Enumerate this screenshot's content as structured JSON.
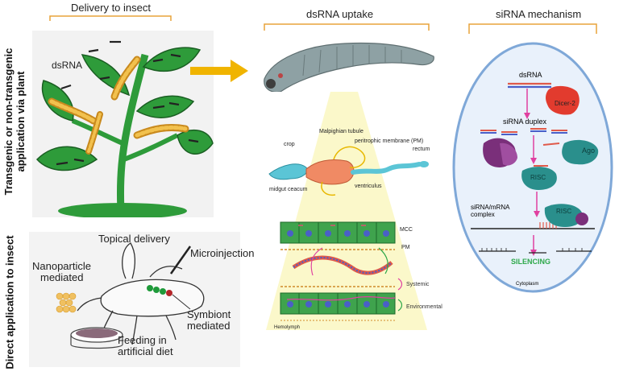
{
  "headers": {
    "delivery": "Delivery to insect",
    "uptake": "dsRNA uptake",
    "mechanism": "siRNA mechanism"
  },
  "side_labels": {
    "plant_line1": "Transgenic or non-transgenic",
    "plant_line2": "application via plant",
    "direct": "Direct application to insect"
  },
  "plant_panel": {
    "dsrna": "dsRNA"
  },
  "direct_panel": {
    "topical": "Topical delivery",
    "microinjection": "Microinjection",
    "nanoparticle_1": "Nanoparticle",
    "nanoparticle_2": "mediated",
    "symbiont_1": "Symbiont",
    "symbiont_2": "mediated",
    "feeding_1": "Feeding in",
    "feeding_2": "artificial diet"
  },
  "gut": {
    "crop": "crop",
    "malpighian": "Malpighian tubule",
    "pm_label": "peritrophic membrane (PM)",
    "rectum": "rectum",
    "midgut": "midgut ceacum",
    "ventriculus": "ventriculus"
  },
  "cells": {
    "mcc": "MCC",
    "pm": "PM",
    "systemic": "Systemic",
    "environmental": "Environmental",
    "hemolymph": "Hemolymph"
  },
  "mechanism": {
    "dsrna": "dsRNA",
    "dicer": "Dicer-2",
    "duplex": "siRNA duplex",
    "ago": "Ago",
    "risc1": "RISC",
    "complex_1": "siRNA/mRNA",
    "complex_2": "complex",
    "risc2": "RISC",
    "silencing": "SILENCING",
    "cytoplasm": "Cytoplasm"
  },
  "colors": {
    "leaf": "#2e9b3a",
    "arrow": "#f0b400",
    "bracket": "#e8a33a",
    "cell": "#3fa34d",
    "nucleus": "#4a5fc8",
    "cytoplasm_fill": "#e9f1fb",
    "cytoplasm_edge": "#7fa8d8",
    "dicer": "#e23b2e",
    "ago": "#2a8f8c",
    "protein": "#7a2f7a",
    "silencing": "#2ea84a"
  }
}
